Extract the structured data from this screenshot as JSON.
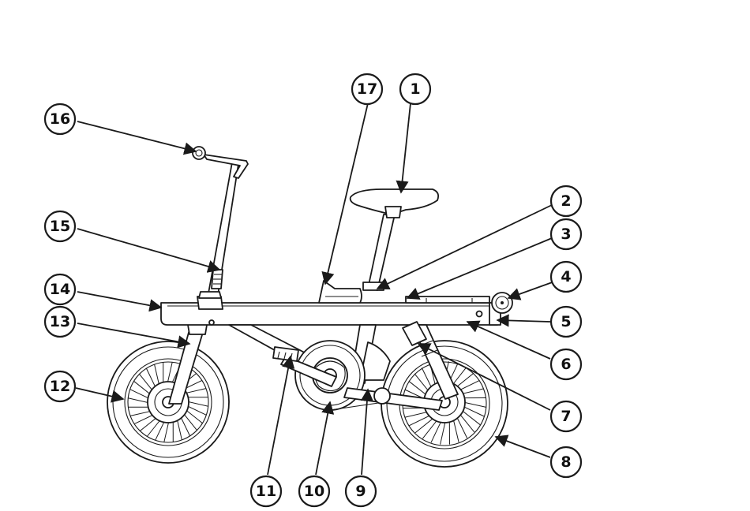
{
  "callouts": [
    {
      "num": "1"
    },
    {
      "num": "2"
    },
    {
      "num": "3"
    },
    {
      "num": "4"
    },
    {
      "num": "5"
    },
    {
      "num": "6"
    },
    {
      "num": "7"
    },
    {
      "num": "8"
    },
    {
      "num": "9"
    },
    {
      "num": "10"
    },
    {
      "num": "11"
    },
    {
      "num": "12"
    },
    {
      "num": "13"
    },
    {
      "num": "14"
    },
    {
      "num": "15"
    },
    {
      "num": "16"
    },
    {
      "num": "17"
    }
  ],
  "colors": {
    "line": "#1a1a1a",
    "background": "#ffffff"
  }
}
